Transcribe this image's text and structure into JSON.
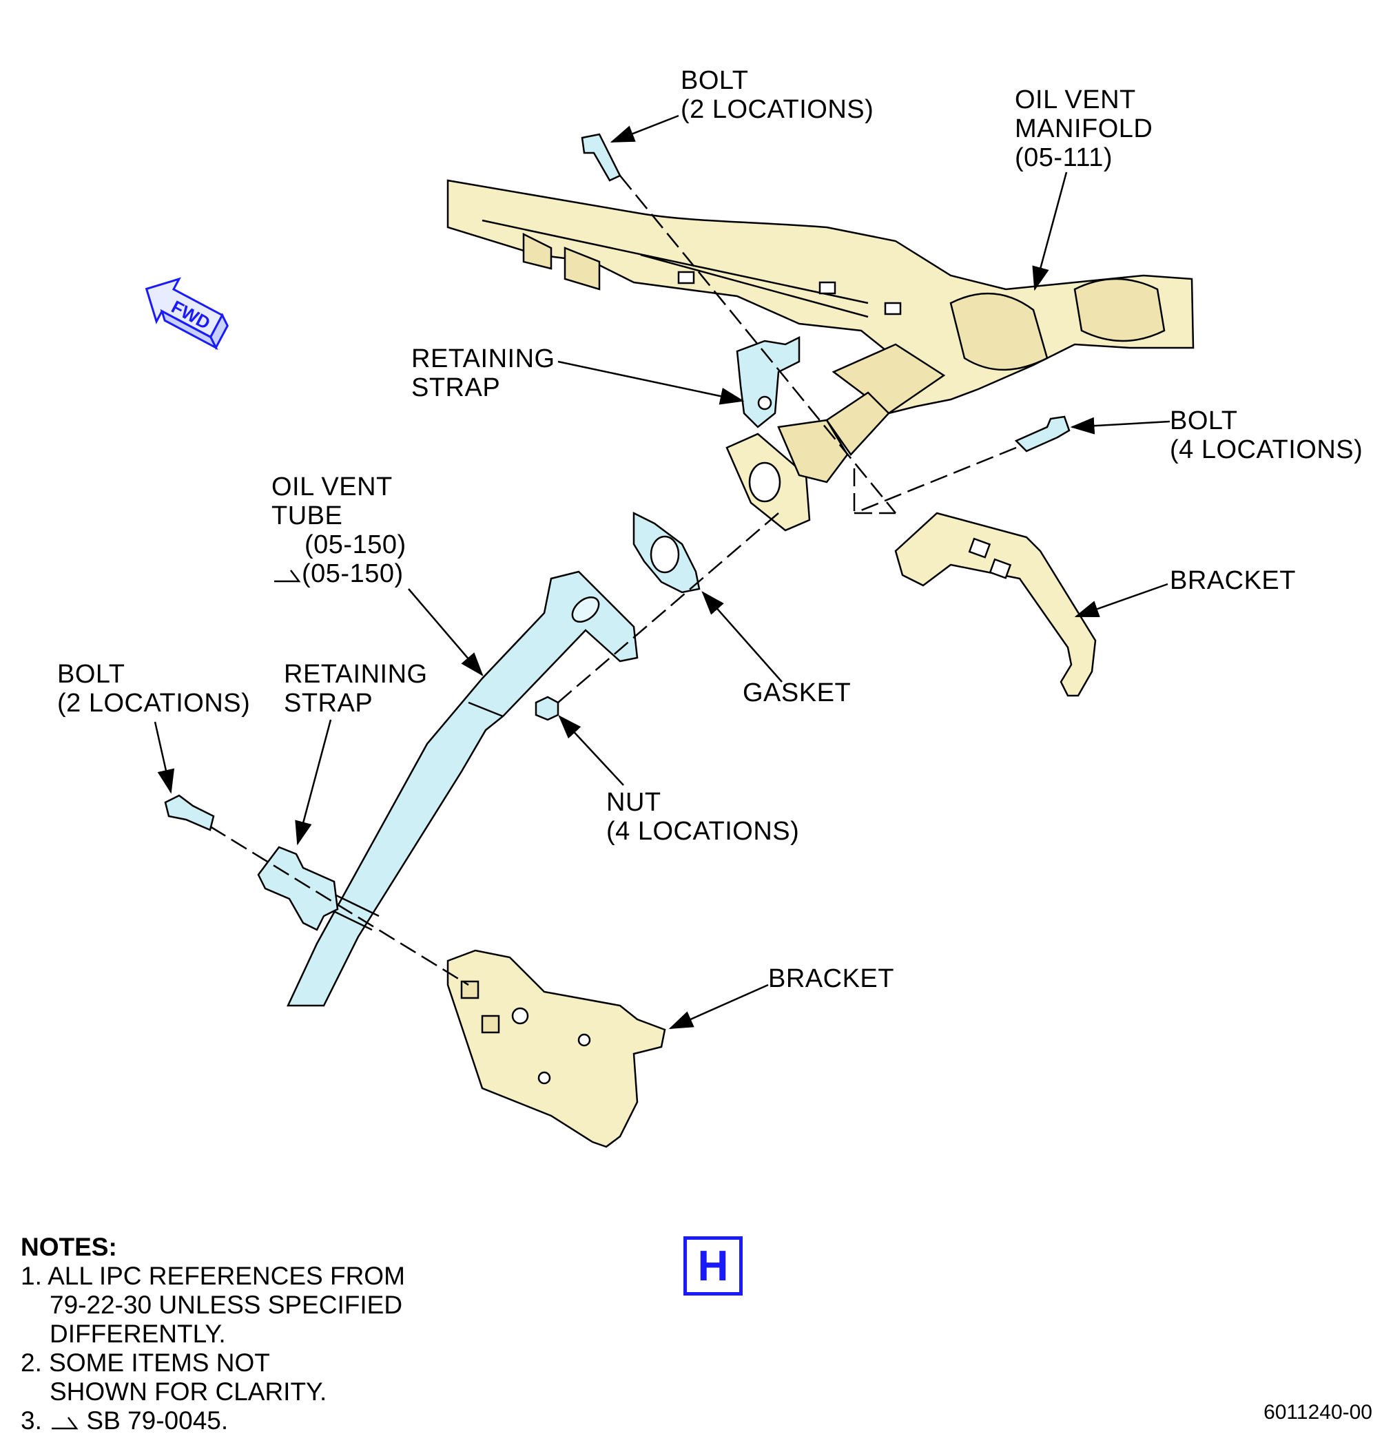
{
  "labels": {
    "bolt_top": {
      "line1": "BOLT",
      "line2": "(2 LOCATIONS)"
    },
    "manifold": {
      "line1": "OIL VENT",
      "line2": "MANIFOLD",
      "line3": "(05-111)"
    },
    "retaining_strap_upper": {
      "line1": "RETAINING",
      "line2": "STRAP"
    },
    "bolt_right": {
      "line1": "BOLT",
      "line2": "(4 LOCATIONS)"
    },
    "oil_vent_tube": {
      "line1": "OIL VENT",
      "line2": "TUBE",
      "line3": "(05-150)",
      "line4": "(05-150)"
    },
    "bracket_right": {
      "line1": "BRACKET"
    },
    "gasket": {
      "line1": "GASKET"
    },
    "bolt_left": {
      "line1": "BOLT",
      "line2": "(2 LOCATIONS)"
    },
    "retaining_strap_lower": {
      "line1": "RETAINING",
      "line2": "STRAP"
    },
    "nut": {
      "line1": "NUT",
      "line2": "(4 LOCATIONS)"
    },
    "bracket_lower": {
      "line1": "BRACKET"
    }
  },
  "fwd_arrow": {
    "text": "FWD",
    "color": "#1a1aff"
  },
  "view_letter": "H",
  "notes": {
    "title": "NOTES:",
    "items": [
      {
        "num": "1.",
        "line1": "ALL IPC REFERENCES FROM",
        "line2": "79-22-30 UNLESS SPECIFIED",
        "line3": "DIFFERENTLY."
      },
      {
        "num": "2.",
        "line1": "SOME ITEMS NOT",
        "line2": "SHOWN FOR CLARITY."
      },
      {
        "num": "3.",
        "line1": "SB 79-0045."
      }
    ]
  },
  "figure_number": "6011240-00",
  "colors": {
    "manifold_fill": "#f7efc4",
    "tube_fill": "#cdeff5",
    "line": "#000000",
    "accent": "#1a1aff"
  }
}
